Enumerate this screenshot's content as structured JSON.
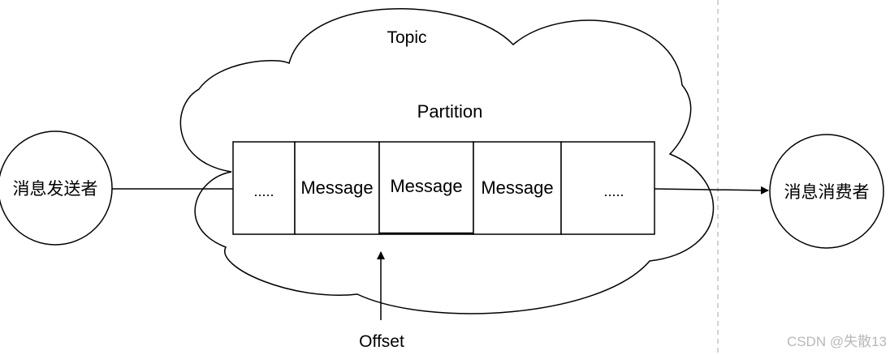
{
  "diagram": {
    "cloud_label": "Topic",
    "partition_label": "Partition",
    "producer": "消息发送者",
    "consumer": "消息消费者",
    "offset_label": "Offset",
    "cells": [
      ".....",
      "Message",
      "Message",
      "Message",
      "....."
    ],
    "watermark": "CSDN @失散13"
  }
}
